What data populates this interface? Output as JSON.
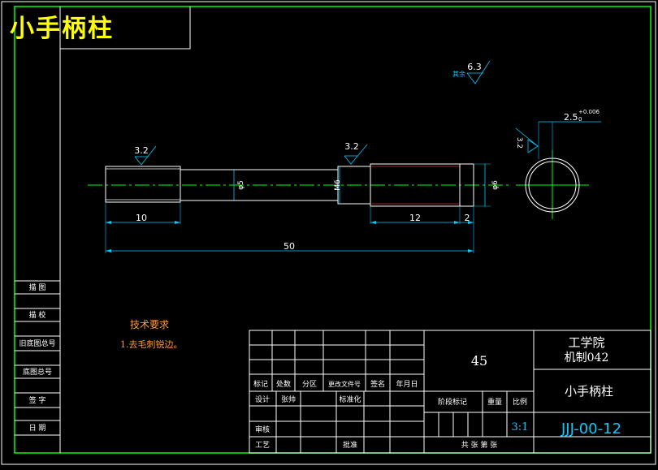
{
  "header": {
    "title": "小手柄柱"
  },
  "dimensions": {
    "len_10": "10",
    "len_12": "12",
    "len_2": "2",
    "len_50": "50",
    "dia_5": "φ5",
    "thread_m6": "M6",
    "dia_6": "φ6",
    "roughness_left": "3.2",
    "roughness_mid": "3.2",
    "roughness_side": "3.2",
    "roughness_general": "6.3",
    "roughness_general_label": "其余",
    "tol_nominal": "2.5",
    "tol_upper": "+0.006",
    "tol_lower": "0"
  },
  "notes": {
    "heading": "技术要求",
    "line1": "1.去毛刺锐边。"
  },
  "side_labels": [
    "描 图",
    "描 校",
    "旧底图总号",
    "底图总号",
    "签 字",
    "日 期"
  ],
  "title_block": {
    "material": "45",
    "school": "工学院",
    "class": "机制042",
    "part_name": "小手柄柱",
    "drawing_no": "JJJ-00-12",
    "scale": "3:1",
    "col_mark": "标记",
    "col_count": "处数",
    "col_zone": "分区",
    "col_doc": "更改文件号",
    "col_sign": "签名",
    "col_date": "年月日",
    "row_design": "设计",
    "designer": "张帅",
    "row_std": "标准化",
    "row_review": "审核",
    "row_process": "工艺",
    "row_approve": "批准",
    "stage_mark": "阶段标记",
    "weight": "重量",
    "scale_label": "比例",
    "sheets": "共 张 第 张"
  }
}
